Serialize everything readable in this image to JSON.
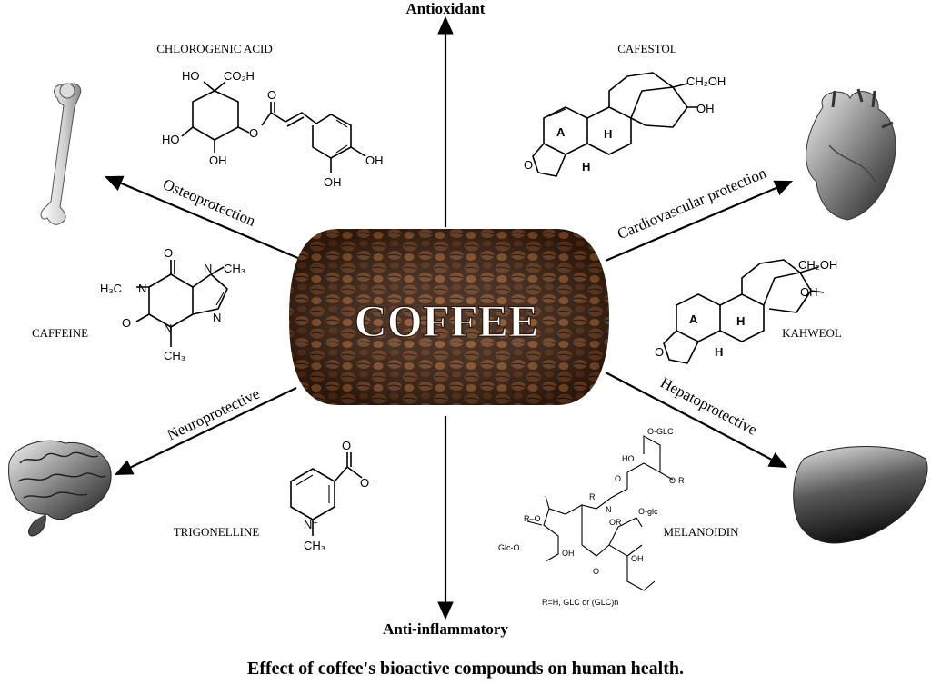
{
  "center": {
    "title": "COFFEE"
  },
  "effects": {
    "top": "Antioxidant",
    "bottom": "Anti-inflammatory",
    "upper_left": "Osteoprotection",
    "upper_right": "Cardiovascular protection",
    "lower_left": "Neuroprotective",
    "lower_right": "Hepatoprotective"
  },
  "compounds": {
    "chlorogenic": "CHLOROGENIC ACID",
    "cafestol": "CAFESTOL",
    "caffeine": "CAFFEINE",
    "kahweol": "KAHWEOL",
    "trigonelline": "TRIGONELLINE",
    "melanoidin": "MELANOIDIN"
  },
  "atoms": {
    "ho": "HO",
    "oh": "OH",
    "co2h": "CO₂H",
    "o": "O",
    "ch2oh": "CH₂OH",
    "a": "A",
    "h": "H",
    "n": "N",
    "h3c": "H₃C",
    "ch3": "CH₃",
    "o_minus": "O⁻",
    "n_plus": "N⁺",
    "r": "R",
    "ro": "R–O",
    "oglc": "O-glc",
    "o_glc": "O-GLC",
    "glco": "Glc-O",
    "or": "OR",
    "o_r": "O-R",
    "r1": "R'",
    "mel_note": "R=H, GLC or (GLC)n"
  },
  "caption": "Effect of coffee's bioactive compounds on human health."
}
